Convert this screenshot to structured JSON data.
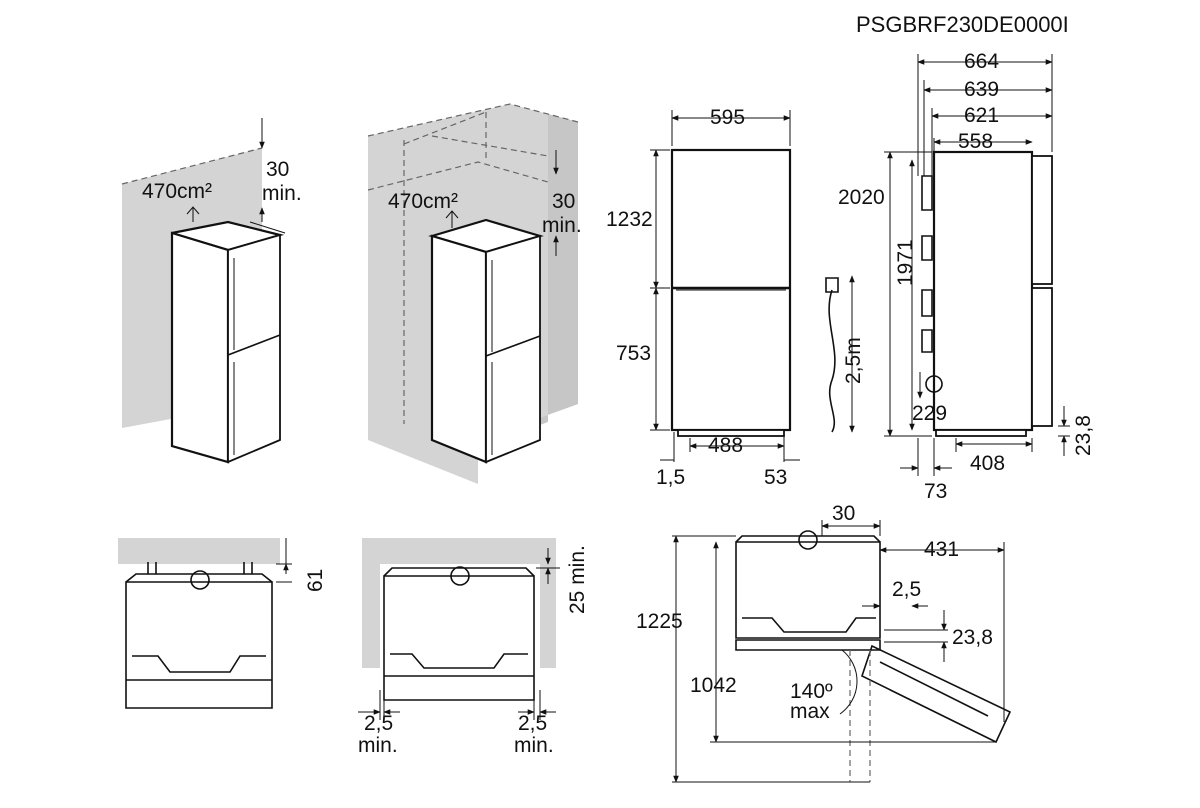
{
  "model_code": "PSGBRF230DE0000I",
  "freestanding": {
    "ventilation": "470cm²",
    "top_gap_value": "30",
    "top_gap_min": "min."
  },
  "built_in": {
    "ventilation": "470cm²",
    "top_gap_value": "30",
    "top_gap_min": "min."
  },
  "front_view": {
    "width": "595",
    "upper_height": "1232",
    "lower_height": "753",
    "foot_spacing": "488",
    "left_offset": "1,5",
    "right_offset": "53"
  },
  "cable": {
    "length": "2,5m"
  },
  "side_view": {
    "depth_total": "664",
    "depth_639": "639",
    "depth_621": "621",
    "depth_558": "558",
    "total_height": "2020",
    "body_height": "1971",
    "plug_height": "229",
    "foot_height": "23,8",
    "foot_depth": "408",
    "foot_offset": "73"
  },
  "top_view_1": {
    "rear_gap": "61"
  },
  "top_view_2": {
    "rear_gap": "25 min.",
    "left_gap_value": "2,5",
    "left_gap_min": "min.",
    "right_gap_value": "2,5",
    "right_gap_min": "min."
  },
  "door_swing": {
    "hinge_offset": "30",
    "side_clearance": "431",
    "hinge_gap": "2,5",
    "door_thickness": "23,8",
    "total_depth_open": "1225",
    "depth_at_140": "1042",
    "angle_value": "140º",
    "angle_max": "max"
  }
}
